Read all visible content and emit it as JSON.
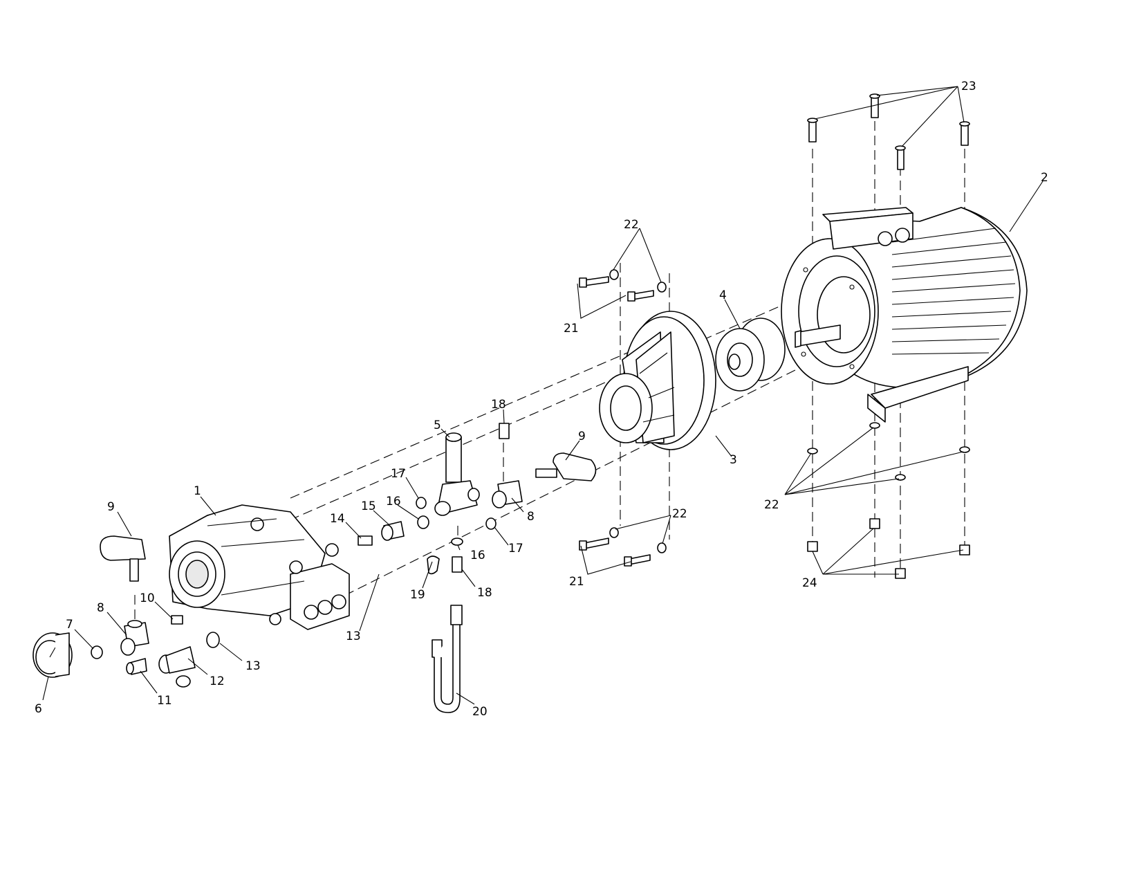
{
  "diagram": {
    "callouts": [
      {
        "id": "c1",
        "text": "1"
      },
      {
        "id": "c2",
        "text": "2"
      },
      {
        "id": "c3",
        "text": "3"
      },
      {
        "id": "c4",
        "text": "4"
      },
      {
        "id": "c5",
        "text": "5"
      },
      {
        "id": "c6",
        "text": "6"
      },
      {
        "id": "c7",
        "text": "7"
      },
      {
        "id": "c8a",
        "text": "8"
      },
      {
        "id": "c8b",
        "text": "8"
      },
      {
        "id": "c9a",
        "text": "9"
      },
      {
        "id": "c9b",
        "text": "9"
      },
      {
        "id": "c10",
        "text": "10"
      },
      {
        "id": "c11",
        "text": "11"
      },
      {
        "id": "c12",
        "text": "12"
      },
      {
        "id": "c13a",
        "text": "13"
      },
      {
        "id": "c13b",
        "text": "13"
      },
      {
        "id": "c14",
        "text": "14"
      },
      {
        "id": "c15",
        "text": "15"
      },
      {
        "id": "c16a",
        "text": "16"
      },
      {
        "id": "c16b",
        "text": "16"
      },
      {
        "id": "c17a",
        "text": "17"
      },
      {
        "id": "c17b",
        "text": "17"
      },
      {
        "id": "c18a",
        "text": "18"
      },
      {
        "id": "c18b",
        "text": "18"
      },
      {
        "id": "c19",
        "text": "19"
      },
      {
        "id": "c20",
        "text": "20"
      },
      {
        "id": "c21a",
        "text": "21"
      },
      {
        "id": "c21b",
        "text": "21"
      },
      {
        "id": "c22a",
        "text": "22"
      },
      {
        "id": "c22b",
        "text": "22"
      },
      {
        "id": "c22c",
        "text": "22"
      },
      {
        "id": "c23",
        "text": "23"
      },
      {
        "id": "c24",
        "text": "24"
      }
    ]
  }
}
